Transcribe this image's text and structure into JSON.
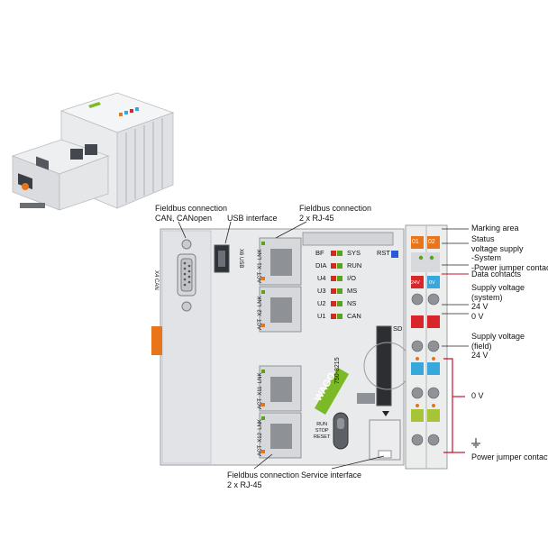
{
  "colors": {
    "housing": "#e9eaec",
    "housing_dark": "#c9cbcf",
    "accent_green": "#7cb927",
    "connector_orange": "#e8751a",
    "led_red": "#d12a1e",
    "led_green": "#58a31d",
    "callout_red": "#c8102e",
    "terminal_blue": "#37a7dc",
    "terminal_red": "#d9262a",
    "terminal_yellowgreen": "#a6c436"
  },
  "device": {
    "brand": "WAGO",
    "model": "750-8215",
    "x4_label": "X4 CAN",
    "x6_label": "X6 USB",
    "sd_label": "SD",
    "rst_label": "RST",
    "switch_label": "RUN\nSTOP\nRESET",
    "ports": [
      {
        "label": "ACT  X1  LNK"
      },
      {
        "label": "ACT  X2  LNK"
      },
      {
        "label": "ACT  X11  LNK"
      },
      {
        "label": "ACT  X12  LNK"
      }
    ],
    "leds": [
      {
        "left": "BF",
        "right": "SYS"
      },
      {
        "left": "DIA",
        "right": "RUN"
      },
      {
        "left": "U4",
        "right": "I/O"
      },
      {
        "left": "U3",
        "right": "MS"
      },
      {
        "left": "U2",
        "right": "NS"
      },
      {
        "left": "U1",
        "right": "CAN"
      }
    ],
    "terminal_numbers": [
      "01",
      "02"
    ],
    "terminal_24v": "24V",
    "terminal_0v": "0V"
  },
  "callouts": {
    "fieldbus_can": "Fieldbus connection\nCAN, CANopen",
    "usb": "USB interface",
    "fieldbus_rj45_top": "Fieldbus connection\n2 x RJ-45",
    "fieldbus_rj45_bottom": "Fieldbus connection\n2 x RJ-45",
    "service": "Service interface",
    "marking": "Marking area",
    "status": "Status\nvoltage supply\n-System\n-Power jumper contacts",
    "data_contacts": "Data contacts",
    "supply_system": "Supply voltage\n(system)\n24 V\n0 V",
    "supply_field": "Supply voltage\n(field)\n24 V",
    "zero_v": "0 V",
    "power_jumper": "Power jumper contacts"
  }
}
